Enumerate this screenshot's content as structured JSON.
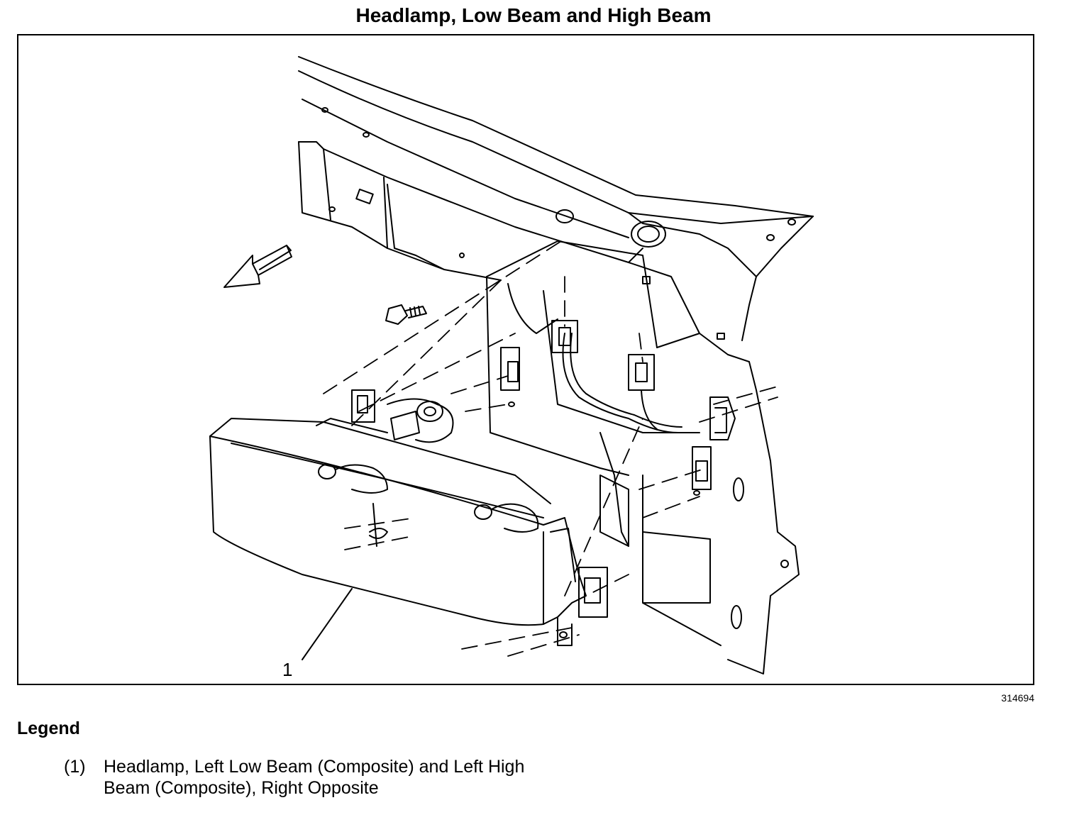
{
  "page": {
    "title": "Headlamp, Low Beam and High Beam",
    "figure_id": "314694"
  },
  "diagram": {
    "callouts": [
      {
        "label": "1"
      }
    ]
  },
  "legend": {
    "title": "Legend",
    "items": [
      {
        "number": "(1)",
        "text": "Headlamp, Left Low Beam (Composite) and Left High Beam (Composite), Right Opposite"
      }
    ]
  }
}
